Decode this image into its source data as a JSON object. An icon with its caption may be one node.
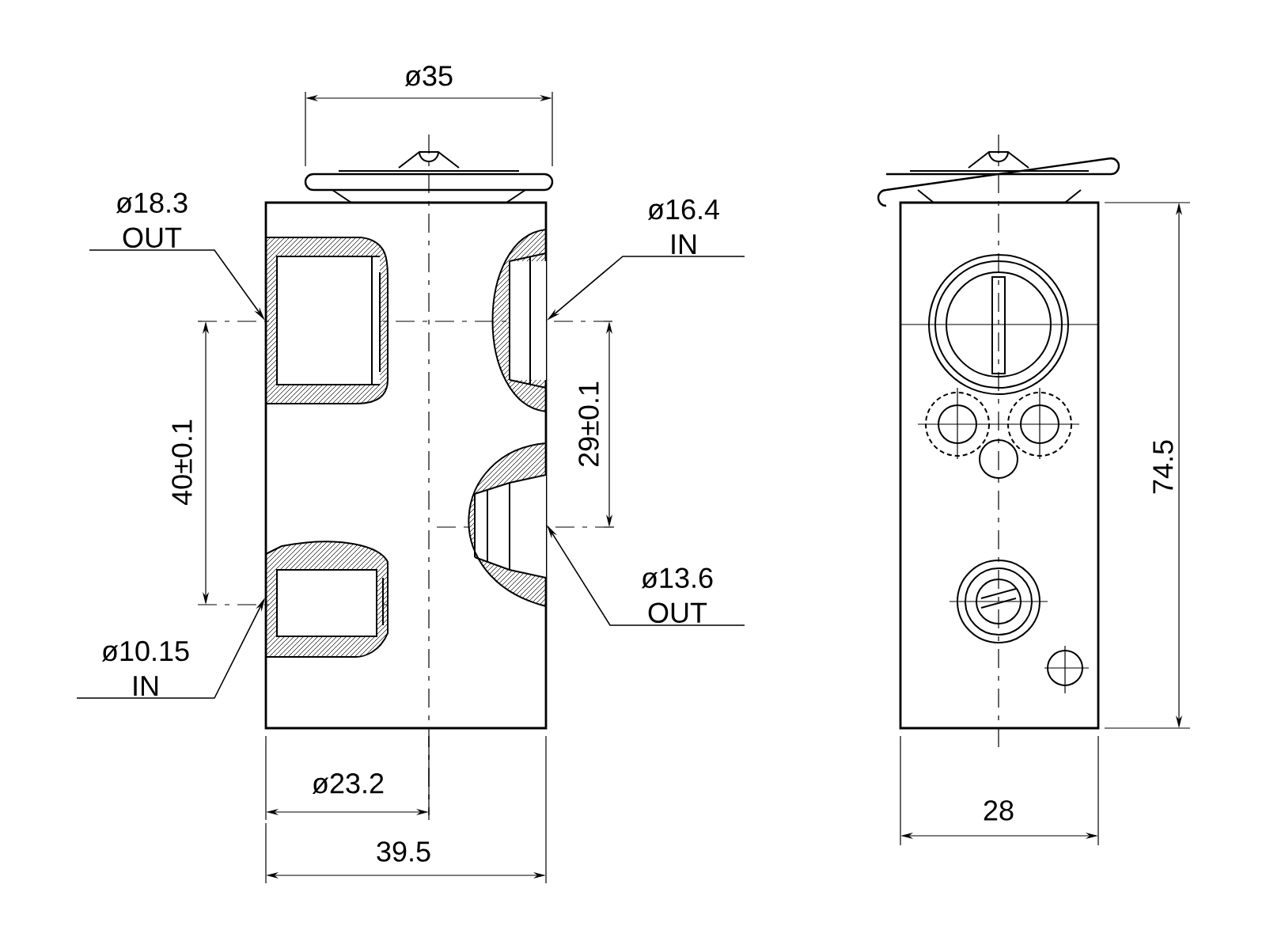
{
  "diagram": {
    "nodes": [
      {
        "text": [
          "ø18.3",
          "OUT"
        ]
      },
      {
        "text": [
          "ø16.4",
          "IN"
        ]
      },
      {
        "text": [
          "ø13.6",
          "OUT"
        ]
      },
      {
        "text": [
          "ø10.15",
          "IN"
        ]
      },
      {
        "text": [],
        "shape": "picture"
      },
      {
        "text": [],
        "shape": "picture"
      },
      {
        "text": [],
        "shape": "picture"
      },
      {
        "text": [],
        "shape": "picture"
      }
    ],
    "edges": [
      {
        "from": 0,
        "to": 4,
        "arrow": "to"
      },
      {
        "from": 1,
        "to": 5,
        "arrow": "to"
      },
      {
        "from": 2,
        "to": 6,
        "arrow": "to"
      },
      {
        "from": 3,
        "to": 7,
        "arrow": "to"
      }
    ],
    "labels": [
      "ø35",
      "40±0.1",
      "29±0.1",
      "ø23.2",
      "39.5",
      "74.5",
      "28"
    ]
  }
}
